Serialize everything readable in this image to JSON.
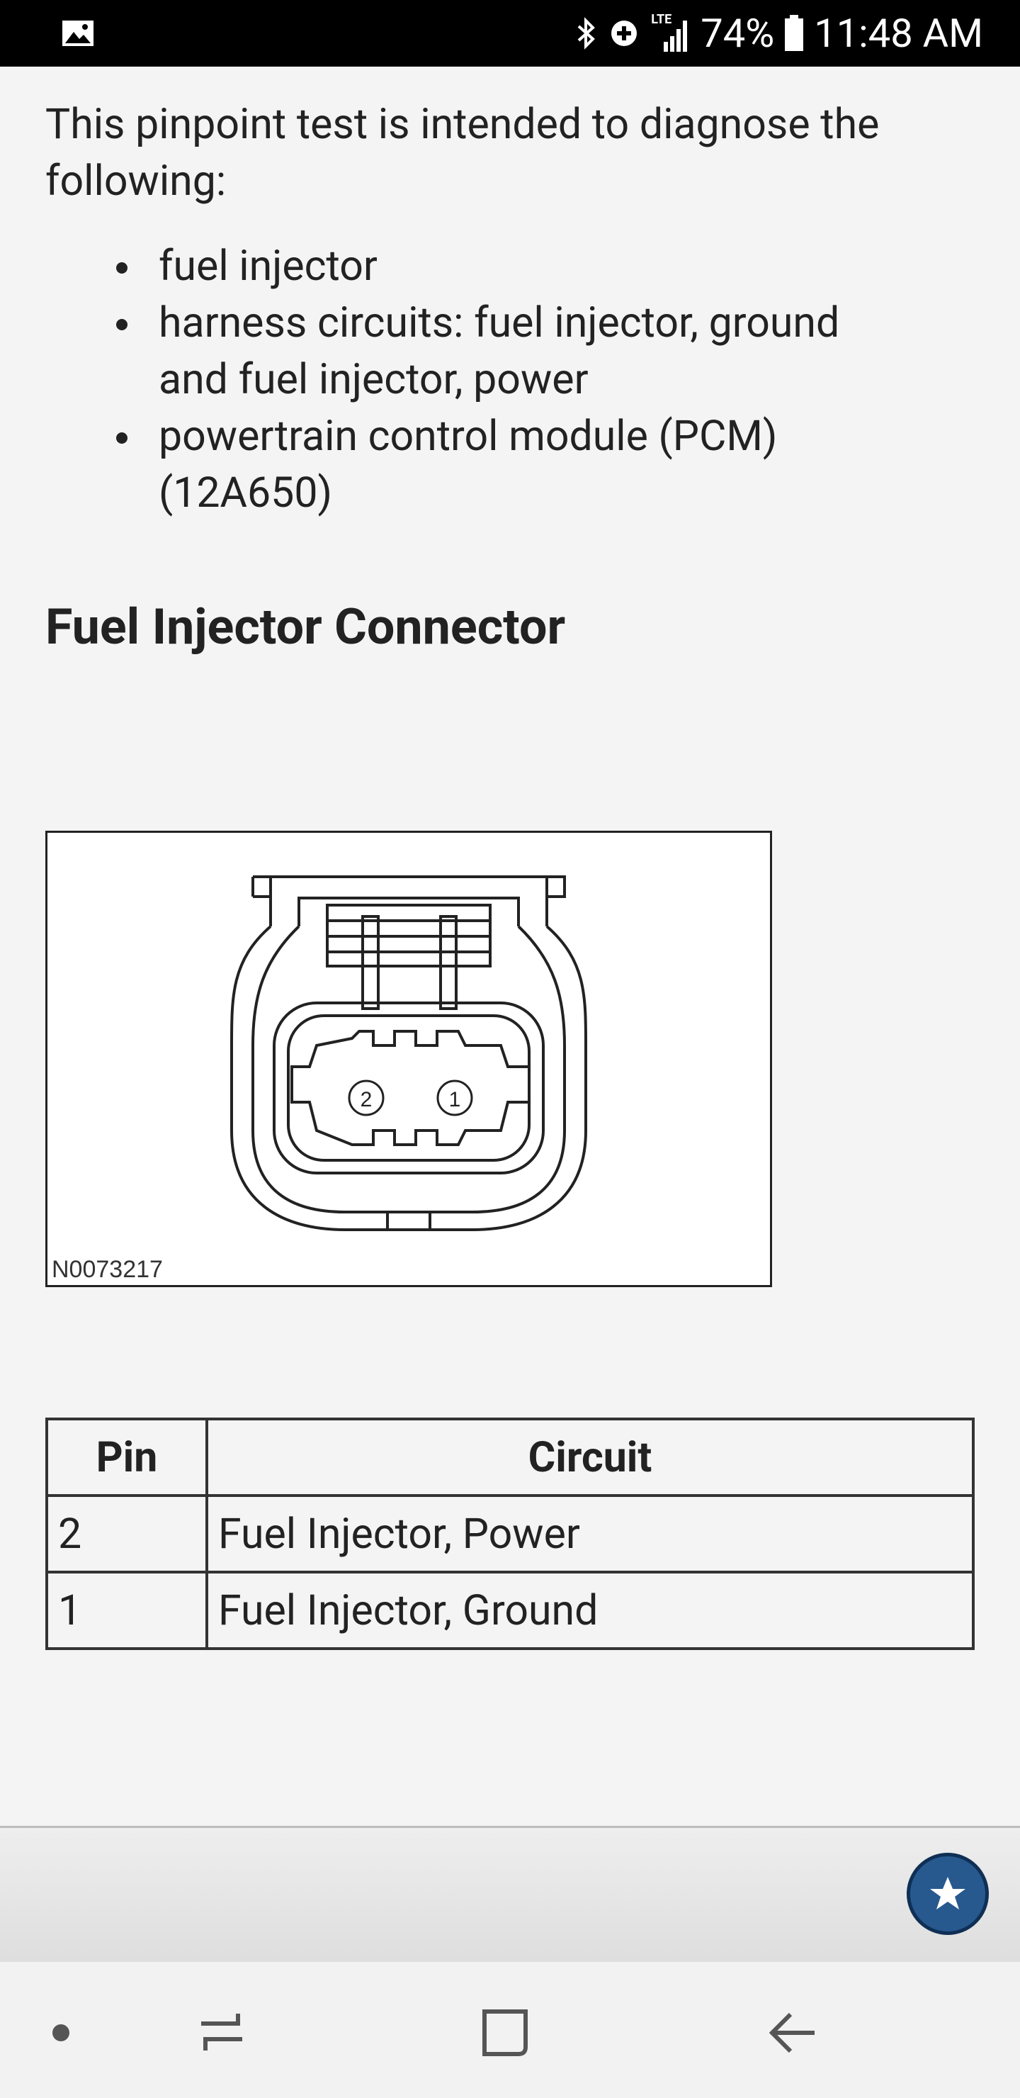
{
  "status_bar": {
    "network": "LTE",
    "battery_percent": "74%",
    "time": "11:48 AM",
    "icons": [
      "image-icon",
      "bluetooth-icon",
      "data-saver-icon",
      "signal-icon",
      "battery-icon"
    ]
  },
  "article": {
    "intro": "This pinpoint test is intended to diagnose the following:",
    "bullets": [
      "fuel injector",
      "harness circuits: fuel injector, ground and fuel injector, power",
      "powertrain control module (PCM) (12A650)"
    ],
    "section_title": "Fuel Injector Connector",
    "diagram": {
      "code": "N0073217",
      "pin_labels": [
        "2",
        "1"
      ]
    },
    "table": {
      "headers": [
        "Pin",
        "Circuit"
      ],
      "rows": [
        [
          "2",
          "Fuel Injector, Power"
        ],
        [
          "1",
          "Fuel Injector, Ground"
        ]
      ]
    }
  },
  "fab": {
    "icon": "star-icon",
    "color": "#27598f"
  },
  "nav_bar": {
    "icons": [
      "dot-icon",
      "recent-apps-icon",
      "home-icon",
      "back-icon"
    ]
  }
}
